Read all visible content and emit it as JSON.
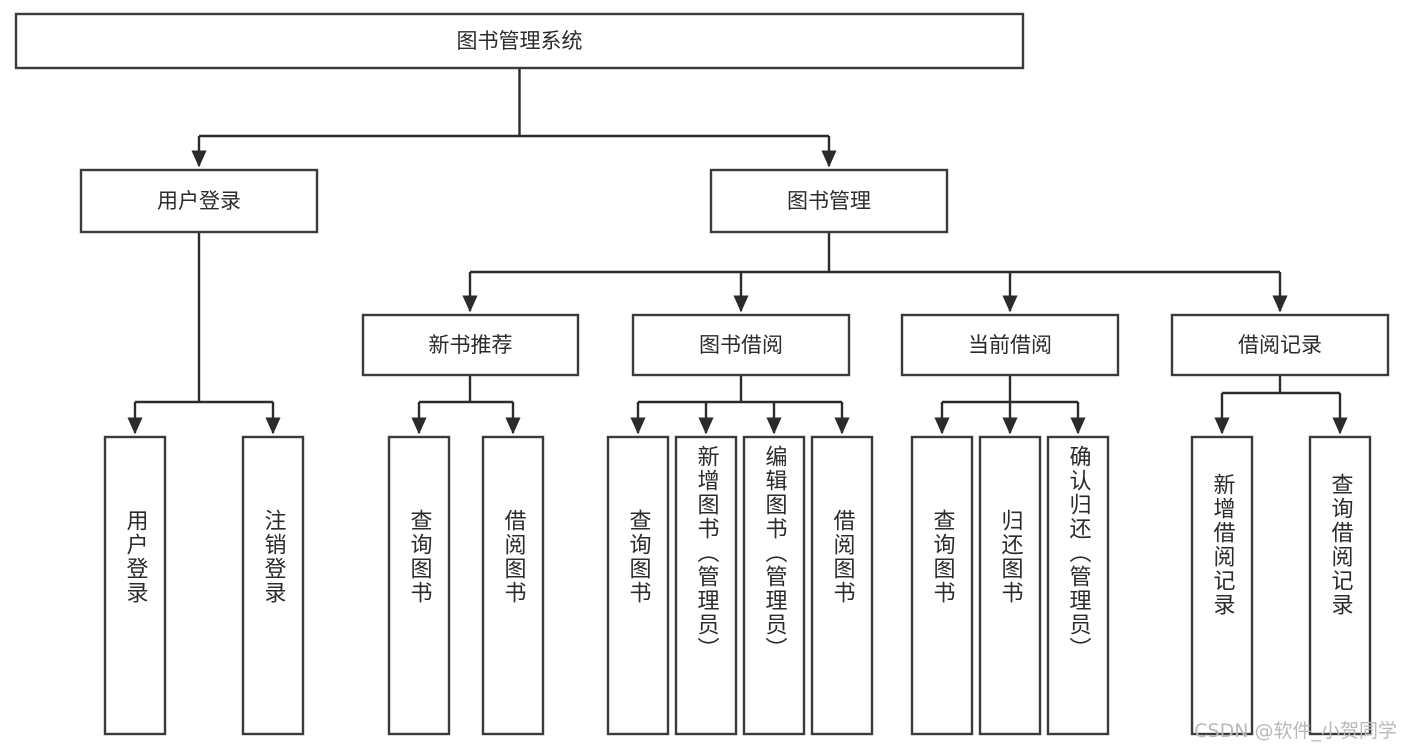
{
  "diagram": {
    "title": "图书管理系统",
    "watermark": "CSDN @软件_小贺同学",
    "type": "tree-hierarchy-diagram",
    "colors": {
      "box_stroke": "#3b3b3b",
      "box_fill": "#ffffff",
      "edge": "#2b2b2b",
      "text": "#2b2b2b",
      "watermark": "#b9b9b9",
      "background": "#ffffff"
    },
    "root": {
      "label": "图书管理系统"
    },
    "level2": [
      {
        "label": "用户登录"
      },
      {
        "label": "图书管理"
      }
    ],
    "level3": [
      {
        "label": "新书推荐"
      },
      {
        "label": "图书借阅"
      },
      {
        "label": "当前借阅"
      },
      {
        "label": "借阅记录"
      }
    ],
    "leaves": {
      "user_login": [
        {
          "label": "用户登录"
        },
        {
          "label": "注销登录"
        }
      ],
      "new_book_recommend": [
        {
          "label": "查询图书"
        },
        {
          "label": "借阅图书"
        }
      ],
      "book_borrow": [
        {
          "label": "查询图书"
        },
        {
          "label": "新增图书（管理员）"
        },
        {
          "label": "编辑图书（管理员）"
        },
        {
          "label": "借阅图书"
        }
      ],
      "current_borrow": [
        {
          "label": "查询图书"
        },
        {
          "label": "归还图书"
        },
        {
          "label": "确认归还（管理员）"
        }
      ],
      "borrow_record": [
        {
          "label": "新增借阅记录"
        },
        {
          "label": "查询借阅记录"
        }
      ]
    }
  }
}
